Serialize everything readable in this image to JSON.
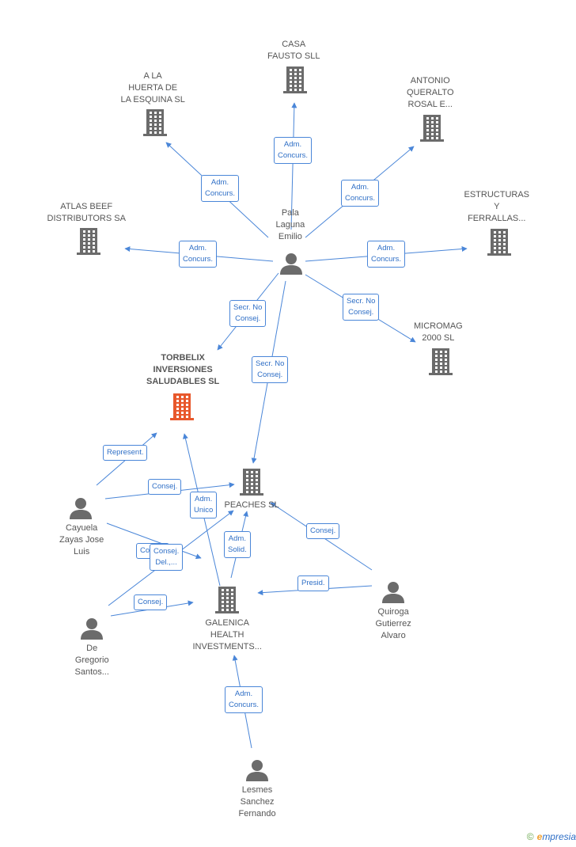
{
  "colors": {
    "edge": "#4a86d8",
    "company": "#6b6b6b",
    "focus": "#e8582c",
    "person": "#6b6b6b"
  },
  "nodes": [
    {
      "id": "casa",
      "type": "company",
      "lines": [
        "CASA",
        "FAUSTO SLL"
      ]
    },
    {
      "id": "huerta",
      "type": "company",
      "lines": [
        "A LA",
        "HUERTA DE",
        "LA ESQUINA SL"
      ]
    },
    {
      "id": "antonio",
      "type": "company",
      "lines": [
        "ANTONIO",
        "QUERALTO",
        "ROSAL E..."
      ]
    },
    {
      "id": "atlas",
      "type": "company",
      "lines": [
        "ATLAS BEEF",
        "DISTRIBUTORS SA"
      ]
    },
    {
      "id": "estructuras",
      "type": "company",
      "lines": [
        "ESTRUCTURAS",
        "Y",
        "FERRALLAS..."
      ]
    },
    {
      "id": "pala",
      "type": "person",
      "lines": [
        "Pala",
        "Laguna",
        "Emilio"
      ]
    },
    {
      "id": "micromag",
      "type": "company",
      "lines": [
        "MICROMAG",
        "2000 SL"
      ]
    },
    {
      "id": "torbelix",
      "type": "focus",
      "lines": [
        "TORBELIX",
        "INVERSIONES",
        "SALUDABLES SL"
      ]
    },
    {
      "id": "peaches",
      "type": "company",
      "lines": [
        "PEACHES SL"
      ]
    },
    {
      "id": "cayuela",
      "type": "person",
      "lines": [
        "Cayuela",
        "Zayas Jose",
        "Luis"
      ]
    },
    {
      "id": "galenica",
      "type": "company",
      "lines": [
        "GALENICA",
        "HEALTH",
        "INVESTMENTS..."
      ]
    },
    {
      "id": "quiroga",
      "type": "person",
      "lines": [
        "Quiroga",
        "Gutierrez",
        "Alvaro"
      ]
    },
    {
      "id": "degregorio",
      "type": "person",
      "lines": [
        "De",
        "Gregorio",
        "Santos..."
      ]
    },
    {
      "id": "lesmes",
      "type": "person",
      "lines": [
        "Lesmes",
        "Sanchez",
        "Fernando"
      ]
    }
  ],
  "edges": [
    {
      "label": [
        "Adm.",
        "Concurs."
      ]
    },
    {
      "label": [
        "Adm.",
        "Concurs."
      ]
    },
    {
      "label": [
        "Adm.",
        "Concurs."
      ]
    },
    {
      "label": [
        "Adm.",
        "Concurs."
      ]
    },
    {
      "label": [
        "Adm.",
        "Concurs."
      ]
    },
    {
      "label": [
        "Secr. No",
        "Consej."
      ]
    },
    {
      "label": [
        "Secr. No",
        "Consej."
      ]
    },
    {
      "label": [
        "Secr. No",
        "Consej."
      ]
    },
    {
      "label": [
        "Represent."
      ]
    },
    {
      "label": [
        "Consej."
      ]
    },
    {
      "label": [
        "Adm.",
        "Unico"
      ]
    },
    {
      "label": [
        "Consej."
      ]
    },
    {
      "label": [
        "Consej.",
        "Del.,..."
      ]
    },
    {
      "label": [
        "Adm.",
        "Solid."
      ]
    },
    {
      "label": [
        "Consej."
      ]
    },
    {
      "label": [
        "Presid."
      ]
    },
    {
      "label": [
        "Consej."
      ]
    },
    {
      "label": [
        "Adm.",
        "Concurs."
      ]
    }
  ],
  "footer": {
    "copyright": "©",
    "brand_e": "e",
    "brand_rest": "mpresia"
  }
}
